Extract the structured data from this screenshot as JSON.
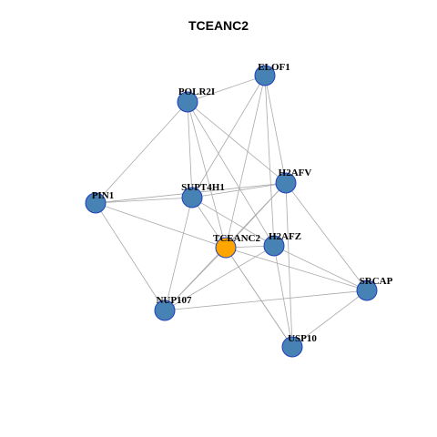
{
  "title": "TCEANC2",
  "colors": {
    "node_default": "#4682b4",
    "node_highlight": "#ffa500",
    "node_border": "#1f3fbf",
    "edge": "#a9a9a9"
  },
  "network": {
    "nodes": [
      {
        "id": "ELOF1",
        "label": "ELOF1",
        "highlight": false
      },
      {
        "id": "POLR2I",
        "label": "POLR2I",
        "highlight": false
      },
      {
        "id": "H2AFV",
        "label": "H2AFV",
        "highlight": false
      },
      {
        "id": "PIN1",
        "label": "PIN1",
        "highlight": false
      },
      {
        "id": "SUPT4H1",
        "label": "SUPT4H1",
        "highlight": false
      },
      {
        "id": "TCEANC2",
        "label": "TCEANC2",
        "highlight": true
      },
      {
        "id": "H2AFZ",
        "label": "H2AFZ",
        "highlight": false
      },
      {
        "id": "SRCAP",
        "label": "SRCAP",
        "highlight": false
      },
      {
        "id": "NUP107",
        "label": "NUP107",
        "highlight": false
      },
      {
        "id": "USP10",
        "label": "USP10",
        "highlight": false
      }
    ],
    "edges": [
      [
        "POLR2I",
        "ELOF1"
      ],
      [
        "POLR2I",
        "PIN1"
      ],
      [
        "POLR2I",
        "SUPT4H1"
      ],
      [
        "POLR2I",
        "TCEANC2"
      ],
      [
        "POLR2I",
        "H2AFZ"
      ],
      [
        "POLR2I",
        "H2AFV"
      ],
      [
        "ELOF1",
        "SUPT4H1"
      ],
      [
        "ELOF1",
        "TCEANC2"
      ],
      [
        "ELOF1",
        "H2AFV"
      ],
      [
        "ELOF1",
        "H2AFZ"
      ],
      [
        "PIN1",
        "SUPT4H1"
      ],
      [
        "PIN1",
        "H2AFV"
      ],
      [
        "PIN1",
        "TCEANC2"
      ],
      [
        "PIN1",
        "NUP107"
      ],
      [
        "SUPT4H1",
        "H2AFV"
      ],
      [
        "SUPT4H1",
        "H2AFZ"
      ],
      [
        "SUPT4H1",
        "NUP107"
      ],
      [
        "SUPT4H1",
        "USP10"
      ],
      [
        "H2AFV",
        "TCEANC2"
      ],
      [
        "H2AFV",
        "NUP107"
      ],
      [
        "H2AFV",
        "SRCAP"
      ],
      [
        "H2AFV",
        "USP10"
      ],
      [
        "TCEANC2",
        "H2AFZ"
      ],
      [
        "TCEANC2",
        "NUP107"
      ],
      [
        "TCEANC2",
        "USP10"
      ],
      [
        "TCEANC2",
        "SRCAP"
      ],
      [
        "H2AFZ",
        "SRCAP"
      ],
      [
        "H2AFZ",
        "USP10"
      ],
      [
        "H2AFZ",
        "NUP107"
      ],
      [
        "SRCAP",
        "USP10"
      ],
      [
        "NUP107",
        "SRCAP"
      ]
    ]
  }
}
